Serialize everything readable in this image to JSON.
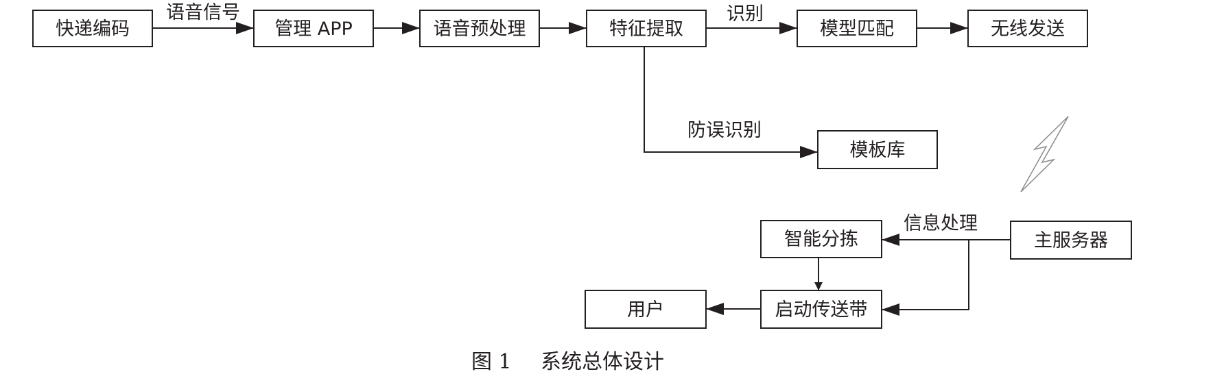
{
  "nodes": {
    "express_code": "快递编码",
    "manage_app": "管理 APP",
    "voice_preprocess": "语音预处理",
    "feature_extract": "特征提取",
    "model_match": "模型匹配",
    "wireless_send": "无线发送",
    "template_lib": "模板库",
    "smart_sort": "智能分拣",
    "main_server": "主服务器",
    "start_conveyor": "启动传送带",
    "user": "用户"
  },
  "edge_labels": {
    "voice_signal": "语音信号",
    "recognize": "识别",
    "anti_error": "防误识别",
    "info_process": "信息处理"
  },
  "caption": {
    "number": "图 1",
    "title": "系统总体设计"
  }
}
